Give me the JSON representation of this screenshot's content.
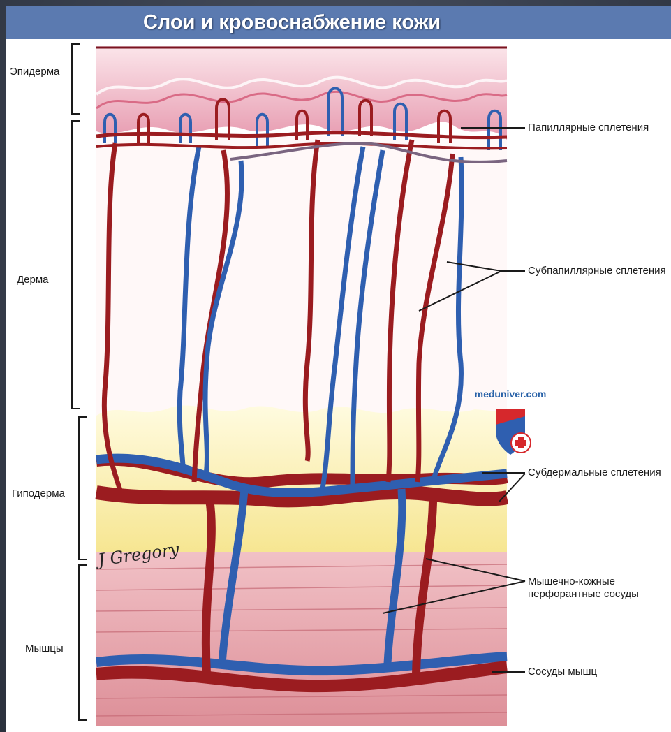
{
  "title": "Слои и кровоснабжение кожи",
  "layers": [
    {
      "key": "epidermis",
      "label": "Эпидерма"
    },
    {
      "key": "dermis",
      "label": "Дерма"
    },
    {
      "key": "hypodermis",
      "label": "Гиподерма"
    },
    {
      "key": "muscles",
      "label": "Мышцы"
    }
  ],
  "callouts": [
    {
      "key": "papillary",
      "label": "Папиллярные сплетения"
    },
    {
      "key": "subpapillary",
      "label": "Субпапиллярные сплетения"
    },
    {
      "key": "subdermal",
      "label": "Субдермальные сплетения"
    },
    {
      "key": "perforators",
      "label": "Мышечно-кожные\nперфорантные сосуды"
    },
    {
      "key": "muscle_vessels",
      "label": "Сосуды мышц"
    }
  ],
  "watermark": {
    "text": "meduniver.com",
    "icon": "shield-cross-icon"
  },
  "signature": "J Gregory",
  "colors": {
    "banner": "#5b7ab0",
    "artery": "#9b1c20",
    "vein": "#2f5fb0",
    "epidermis": "#f3c6d2",
    "fat": "#fbf1b0",
    "muscle": "#e8a9b0"
  }
}
